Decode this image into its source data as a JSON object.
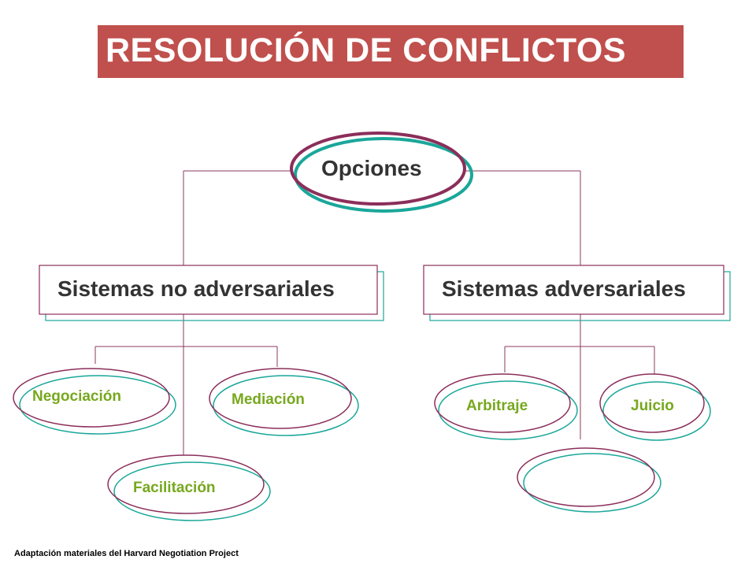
{
  "title": "RESOLUCIÓN DE CONFLICTOS",
  "root": "Opciones",
  "branches": {
    "left": {
      "label": "Sistemas no adversariales",
      "items": [
        "Negociación",
        "Mediación",
        "Facilitación"
      ]
    },
    "right": {
      "label": "Sistemas adversariales",
      "items": [
        "Arbitraje",
        "Juicio",
        ""
      ]
    }
  },
  "footer": "Adaptación materiales del Harvard Negotiation Project",
  "colors": {
    "title_bg": "#c0504d",
    "title_text": "#ffffff",
    "connector": "#8b3a62",
    "outline_teal": "#1aa79a",
    "outline_maroon": "#8b2e5a",
    "leaf_text": "#77a81e",
    "heading_text": "#333333"
  }
}
